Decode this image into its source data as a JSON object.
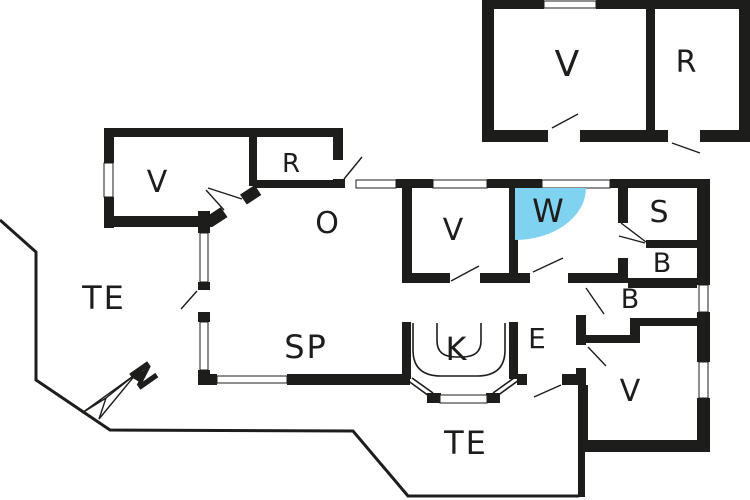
{
  "plan": {
    "background_color": "#ffffff",
    "wall_color": "#1d1d1b",
    "highlight_color": "#7fd2f0",
    "highlighted_room": "W",
    "rooms": {
      "outbuilding_v": {
        "label": "V"
      },
      "outbuilding_r": {
        "label": "R"
      },
      "annex_v": {
        "label": "V"
      },
      "annex_r": {
        "label": "R"
      },
      "living": {
        "label": "O"
      },
      "terrace_west": {
        "label": "TE"
      },
      "dining": {
        "label": "SP"
      },
      "kitchen": {
        "label": "K"
      },
      "entry": {
        "label": "E"
      },
      "bedroom_center": {
        "label": "V"
      },
      "bathroom_highlighted": {
        "label": "W"
      },
      "storage": {
        "label": "S"
      },
      "bath_upper": {
        "label": "B"
      },
      "bath_lower": {
        "label": "B"
      },
      "bedroom_southeast": {
        "label": "V"
      },
      "terrace_south": {
        "label": "TE"
      }
    },
    "compass": {
      "label": "N"
    }
  }
}
